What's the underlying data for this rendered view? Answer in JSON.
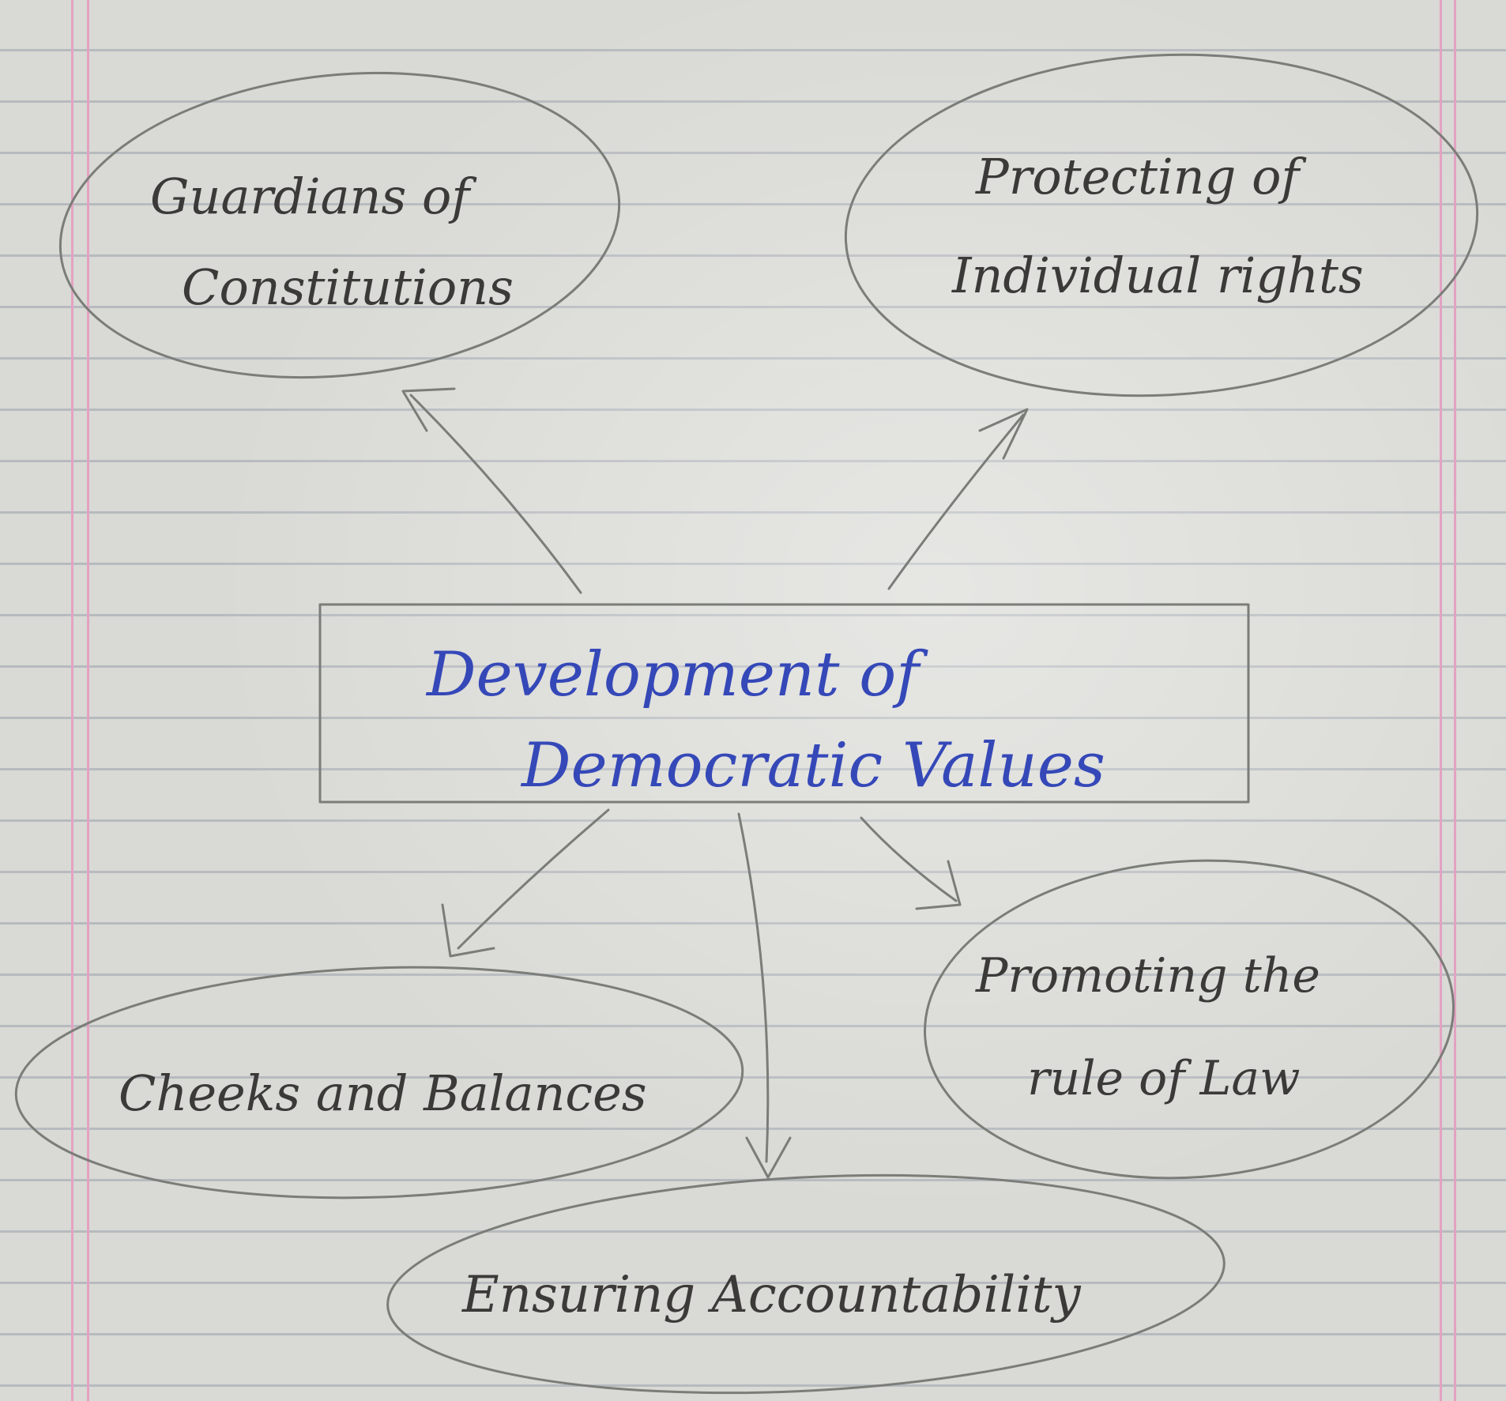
{
  "center": {
    "line1": "Development of",
    "line2": "Democratic Values"
  },
  "nodes": {
    "guardians": {
      "line1": "Guardians of",
      "line2": "Constitutions"
    },
    "protecting": {
      "line1": "Protecting of",
      "line2": "Individual rights"
    },
    "checks": {
      "line1": "Cheeks and Balances"
    },
    "promoting": {
      "line1": "Promoting the",
      "line2": "rule of Law"
    },
    "accountability": {
      "line1": "Ensuring Accountability"
    }
  },
  "colors": {
    "pencil": "#7b7d78",
    "handwriting": "#3b3a38",
    "blue_ink": "#3548b8",
    "margin_pink": "#e3a2c2",
    "ruled_line": "#8a96a8",
    "paper": "#d9d9d5"
  }
}
